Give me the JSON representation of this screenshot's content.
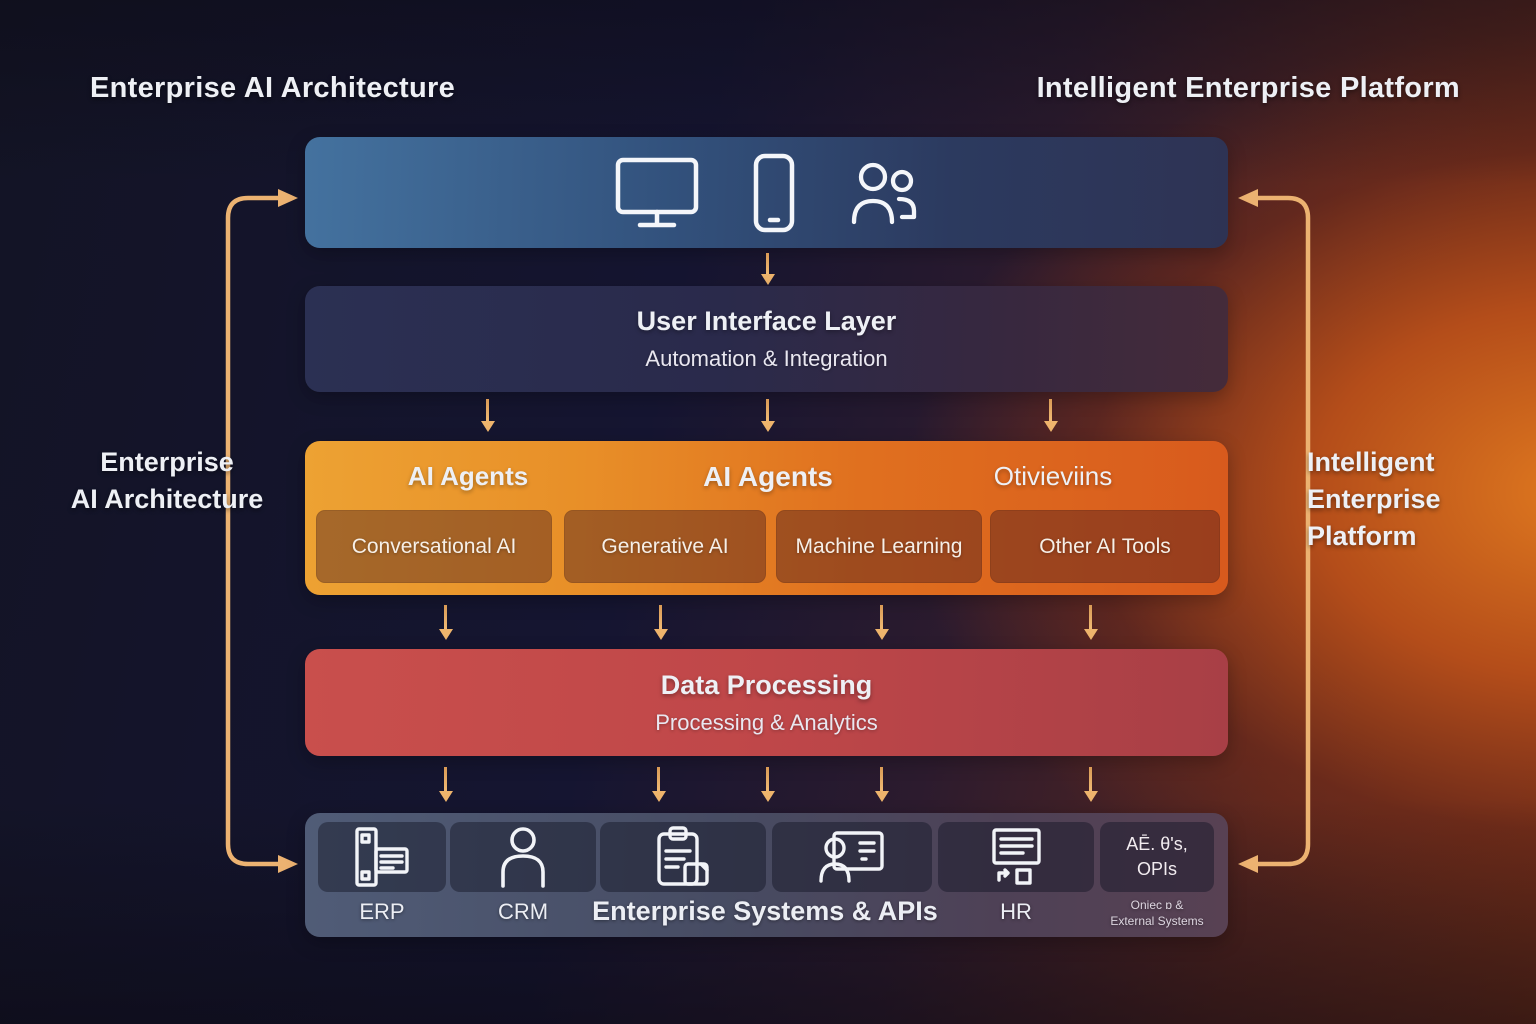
{
  "titles": {
    "top_left": "Enterprise AI Architecture",
    "top_right": "Intelligent Enterprise Platform"
  },
  "side_labels": {
    "left": {
      "line1": "Enterprise",
      "line2": "AI Architecture"
    },
    "right": {
      "line1": "Intelligent",
      "line2": "Enterprise",
      "line3": "Platform"
    }
  },
  "devices_bar": {
    "icons": [
      "monitor-icon",
      "smartphone-icon",
      "users-icon"
    ]
  },
  "ui_layer": {
    "title": "User Interface Layer",
    "subtitle": "Automation & Integration"
  },
  "ai_layer": {
    "header_left": "AI Agents",
    "header_center": "AI Agents",
    "header_right": "Otivieviins",
    "boxes": [
      "Conversational AI",
      "Generative AI",
      "Machine Learning",
      "Other AI Tools"
    ]
  },
  "data_layer": {
    "title": "Data Processing",
    "subtitle": "Processing & Analytics"
  },
  "systems_layer": {
    "main_label": "Enterprise Systems & APIs",
    "tiles": [
      {
        "icon": "erp-icon",
        "label": "ERP"
      },
      {
        "icon": "person-icon",
        "label": "CRM"
      },
      {
        "icon": "clipboard-icon",
        "label": ""
      },
      {
        "icon": "contact-card-icon",
        "label": ""
      },
      {
        "icon": "document-icon",
        "label": "HR"
      },
      {
        "icon": "text-tile",
        "text_line1": "AĒ. θ's,",
        "text_line2": "OPIs",
        "caption_line1": "Oniec ɒ &",
        "caption_line2": "External Systems"
      }
    ]
  },
  "colors": {
    "arrow": "#eeb46c",
    "devices_bar": "#3a5d8c",
    "ui_layer": "#2d2c4c",
    "ai_layer": "#e0701f",
    "data_layer": "#bf4749",
    "systems_layer": "#4c4f66",
    "background_left": "#131425",
    "background_right": "#b44d1a"
  }
}
